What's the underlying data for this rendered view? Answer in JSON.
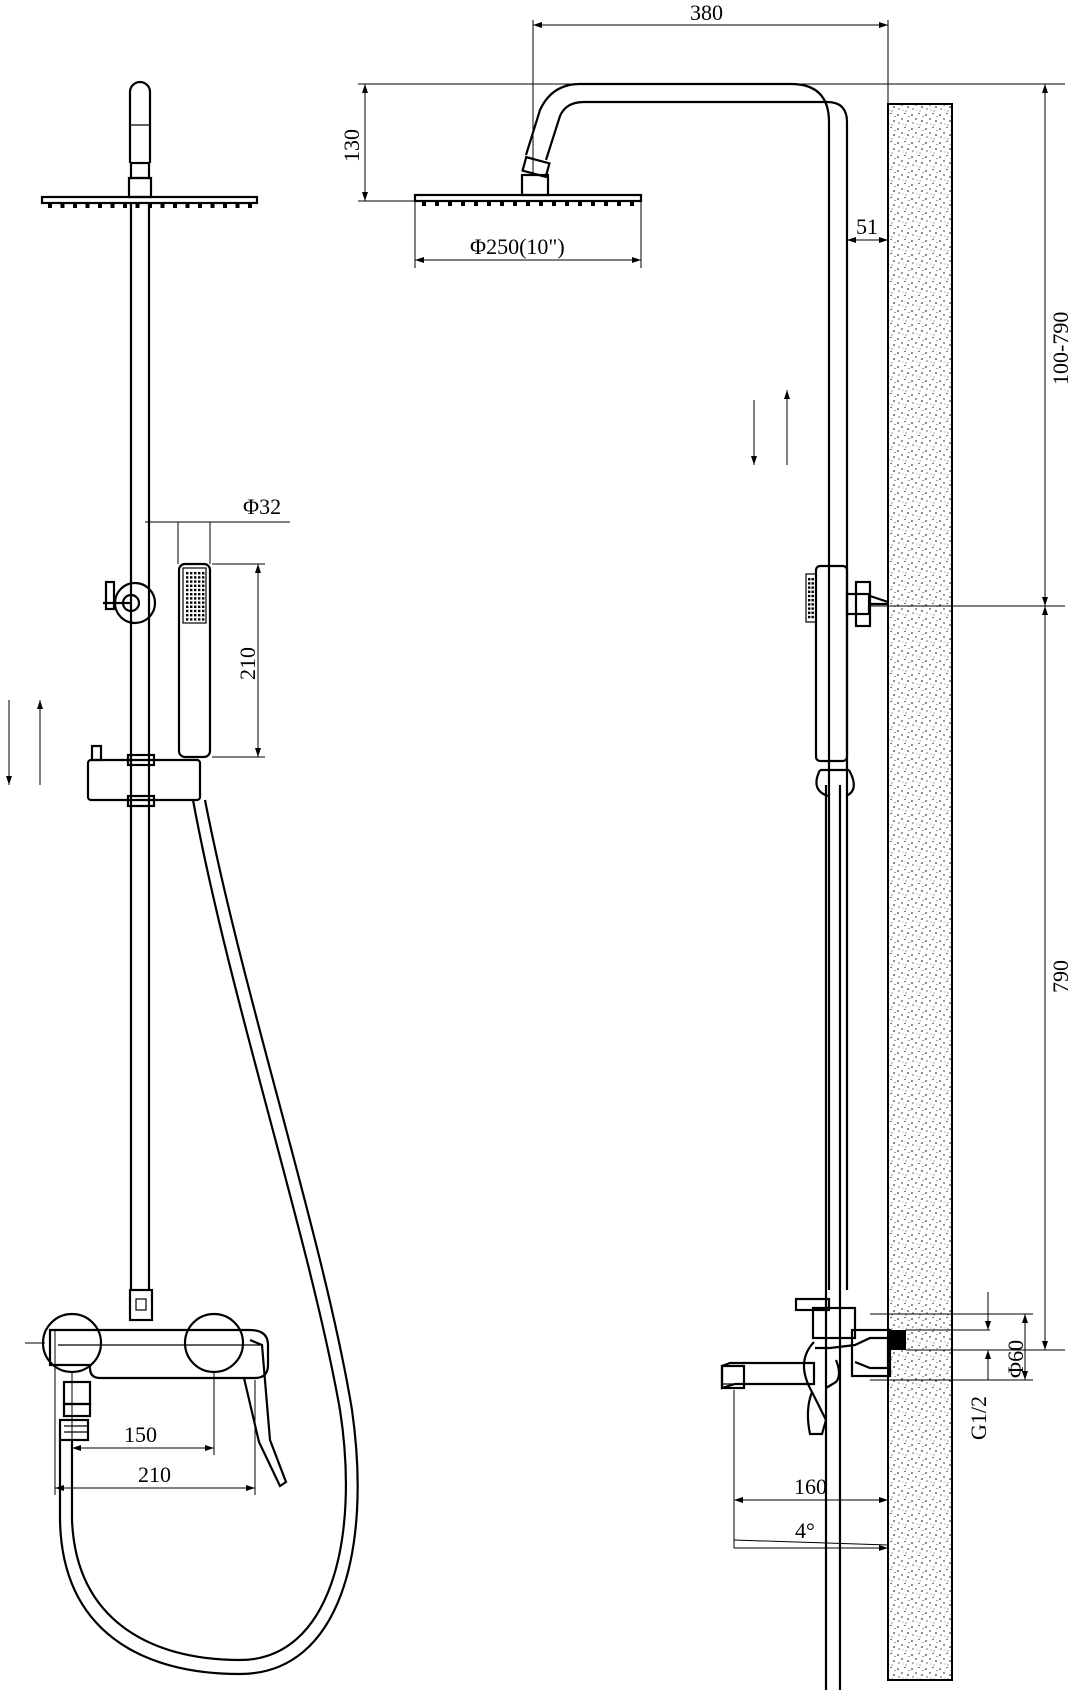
{
  "labels": {
    "width_380": "380",
    "height_130": "130",
    "head_diameter": "Φ250(10\")",
    "offset_51": "51",
    "range_100_790": "100-790",
    "height_790": "790",
    "hand_diameter": "Φ32",
    "hand_length_210": "210",
    "mixer_150": "150",
    "mixer_210": "210",
    "flange_d60": "Φ60",
    "thread_g12": "G1/2",
    "spout_160": "160",
    "angle_4": "4°"
  }
}
